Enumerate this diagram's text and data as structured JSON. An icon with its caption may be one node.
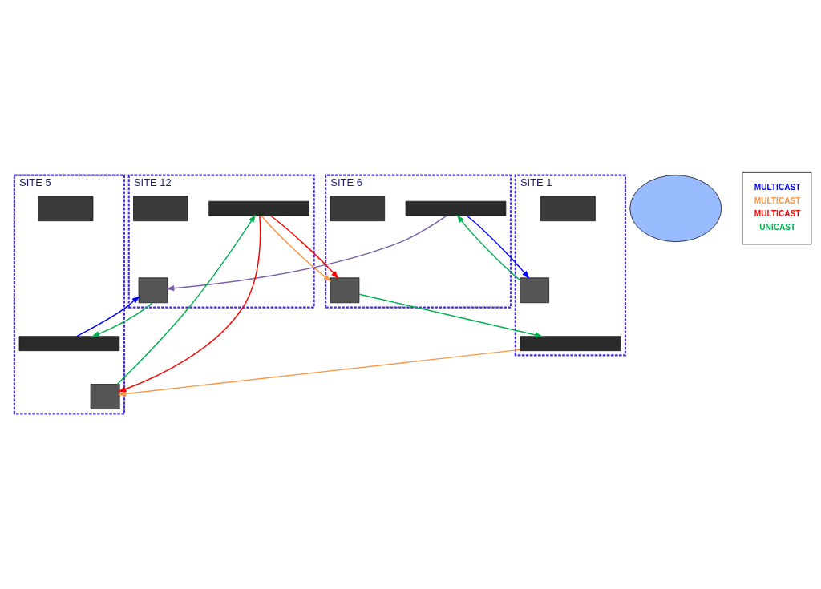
{
  "diagram": {
    "nodes": [
      {
        "text": [
          "SITE 6"
        ]
      },
      {
        "text": [],
        "shape": "box",
        "in": 0
      },
      {
        "text": [],
        "shape": "box",
        "in": 0
      },
      {
        "text": [],
        "shape": "box",
        "in": 0
      },
      {
        "text": [
          "SITE 1"
        ]
      },
      {
        "text": [],
        "shape": "box",
        "in": 4
      },
      {
        "text": [],
        "shape": "box",
        "in": 4
      },
      {
        "text": [],
        "shape": "box",
        "in": 4
      },
      {
        "text": [
          "SITE 12"
        ]
      },
      {
        "text": [],
        "shape": "box",
        "in": 8
      },
      {
        "text": [],
        "shape": "box",
        "in": 8
      },
      {
        "text": [],
        "shape": "box",
        "in": 8
      },
      {
        "text": [
          "SITE 5"
        ]
      },
      {
        "text": [],
        "shape": "box",
        "in": 12
      },
      {
        "text": [],
        "shape": "box",
        "in": 12
      },
      {
        "text": [],
        "shape": "box",
        "in": 12
      },
      {
        "text": [],
        "shape": "cloud"
      }
    ],
    "edges": [
      {
        "from": 1,
        "to": 7,
        "arrow": "to",
        "color": "#0000ff"
      },
      {
        "from": 13,
        "to": 11,
        "arrow": "to",
        "color": "#0000ff"
      },
      {
        "from": 3,
        "to": 5,
        "arrow": "to",
        "color": "#00b050"
      },
      {
        "from": 7,
        "to": 1,
        "arrow": "to",
        "color": "#00b050"
      },
      {
        "from": 11,
        "to": 13,
        "arrow": "to",
        "color": "#00b050"
      },
      {
        "from": 15,
        "to": 9,
        "arrow": "to",
        "color": "#00b050"
      },
      {
        "from": 5,
        "to": 15,
        "arrow": "to",
        "color": "#f79646"
      },
      {
        "from": 9,
        "to": 3,
        "arrow": "to",
        "color": "#f79646"
      },
      {
        "from": 9,
        "to": 3,
        "arrow": "to",
        "color": "#ff0000"
      },
      {
        "from": 9,
        "to": 15,
        "arrow": "to",
        "color": "#ff0000"
      },
      {
        "from": 1,
        "to": 11,
        "arrow": "to",
        "color": "#7a5ea8"
      }
    ],
    "legend": [
      {
        "text": "MULTICAST",
        "color": "#0000ff"
      },
      {
        "text": "MULTICAST",
        "color": "#f79646"
      },
      {
        "text": "MULTICAST",
        "color": "#ff0000"
      },
      {
        "text": "UNICAST",
        "color": "#00b050"
      }
    ]
  }
}
